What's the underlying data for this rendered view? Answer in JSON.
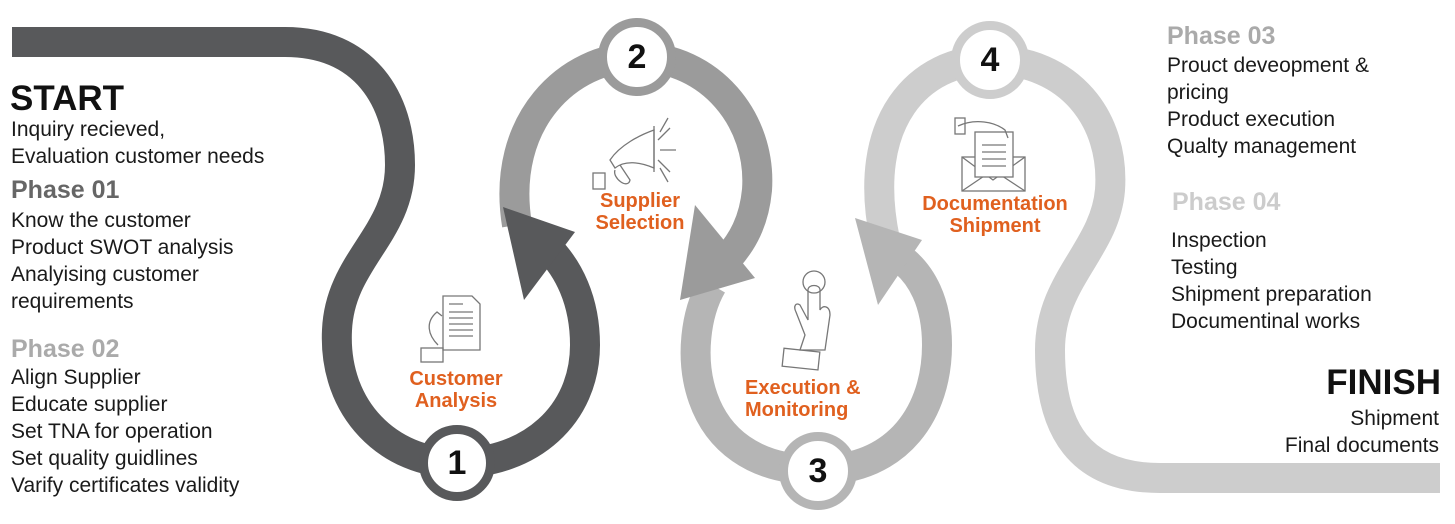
{
  "left": {
    "start_title": "START",
    "start_lines": [
      "Inquiry recieved,",
      "Evaluation customer needs"
    ],
    "phase01_title": "Phase 01",
    "phase01_lines": [
      "Know the customer",
      "Product SWOT analysis",
      "Analyising  customer",
      "requirements"
    ],
    "phase02_title": "Phase 02",
    "phase02_lines": [
      "Align Supplier",
      "Educate supplier",
      "Set TNA for  operation",
      "Set quality guidlines",
      "Varify certificates validity"
    ]
  },
  "right": {
    "phase03_title": "Phase 03",
    "phase03_lines": [
      "Prouct deveopment &",
      "pricing",
      "Product execution",
      "Qualty management"
    ],
    "phase04_title": "Phase 04",
    "phase04_lines": [
      "Inspection",
      "Testing",
      "Shipment preparation",
      "Documentinal works"
    ],
    "finish_title": "FINISH",
    "finish_lines": [
      "Shipment",
      "Final documents"
    ]
  },
  "steps": [
    {
      "number": "1",
      "label_1": "Customer",
      "label_2": "Analysis",
      "icon": "document-hand-icon"
    },
    {
      "number": "2",
      "label_1": "Supplier",
      "label_2": "Selection",
      "icon": "megaphone-icon"
    },
    {
      "number": "3",
      "label_1": "Execution &",
      "label_2": "Monitoring",
      "icon": "finger-press-icon"
    },
    {
      "number": "4",
      "label_1": "Documentation",
      "label_2": "Shipment",
      "icon": "envelope-document-icon"
    }
  ],
  "colors": {
    "dark": "#58595b",
    "mid": "#9b9b9b",
    "light": "#b5b5b5",
    "lightest": "#cdcdcd",
    "accent": "#e0601f"
  }
}
